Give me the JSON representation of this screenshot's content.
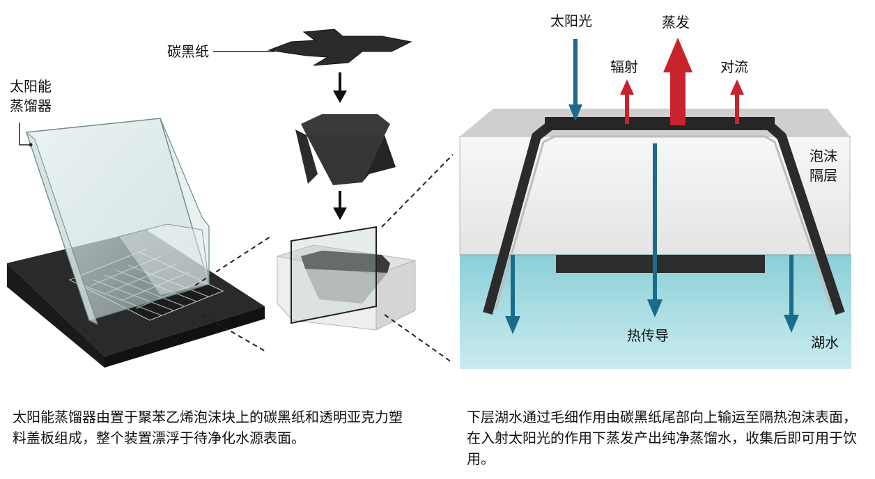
{
  "labels": {
    "carbon_paper": "碳黑纸",
    "solar_still": "太阳能\n蒸馏器",
    "sunlight": "太阳光",
    "evaporation": "蒸发",
    "radiation": "辐射",
    "convection": "对流",
    "foam_layer": "泡沫\n隔层",
    "heat_conduction": "热传导",
    "lake_water": "湖水"
  },
  "captions": {
    "left": "太阳能蒸馏器由置于聚苯乙烯泡沫块上的碳黑纸和透明亚克力塑料盖板组成，整个装置漂浮于待净化水源表面。",
    "right": "下层湖水通过毛细作用由碳黑纸尾部向上输运至隔热泡沫表面，在入射太阳光的作用下蒸发产出纯净蒸馏水，收集后即可用于饮用。"
  },
  "colors": {
    "arrow_blue": "#1b6b8a",
    "arrow_red": "#c8232c",
    "water": "#a9dbe2",
    "foam": "#f2f2f2",
    "carbon": "#2b2b2b"
  }
}
